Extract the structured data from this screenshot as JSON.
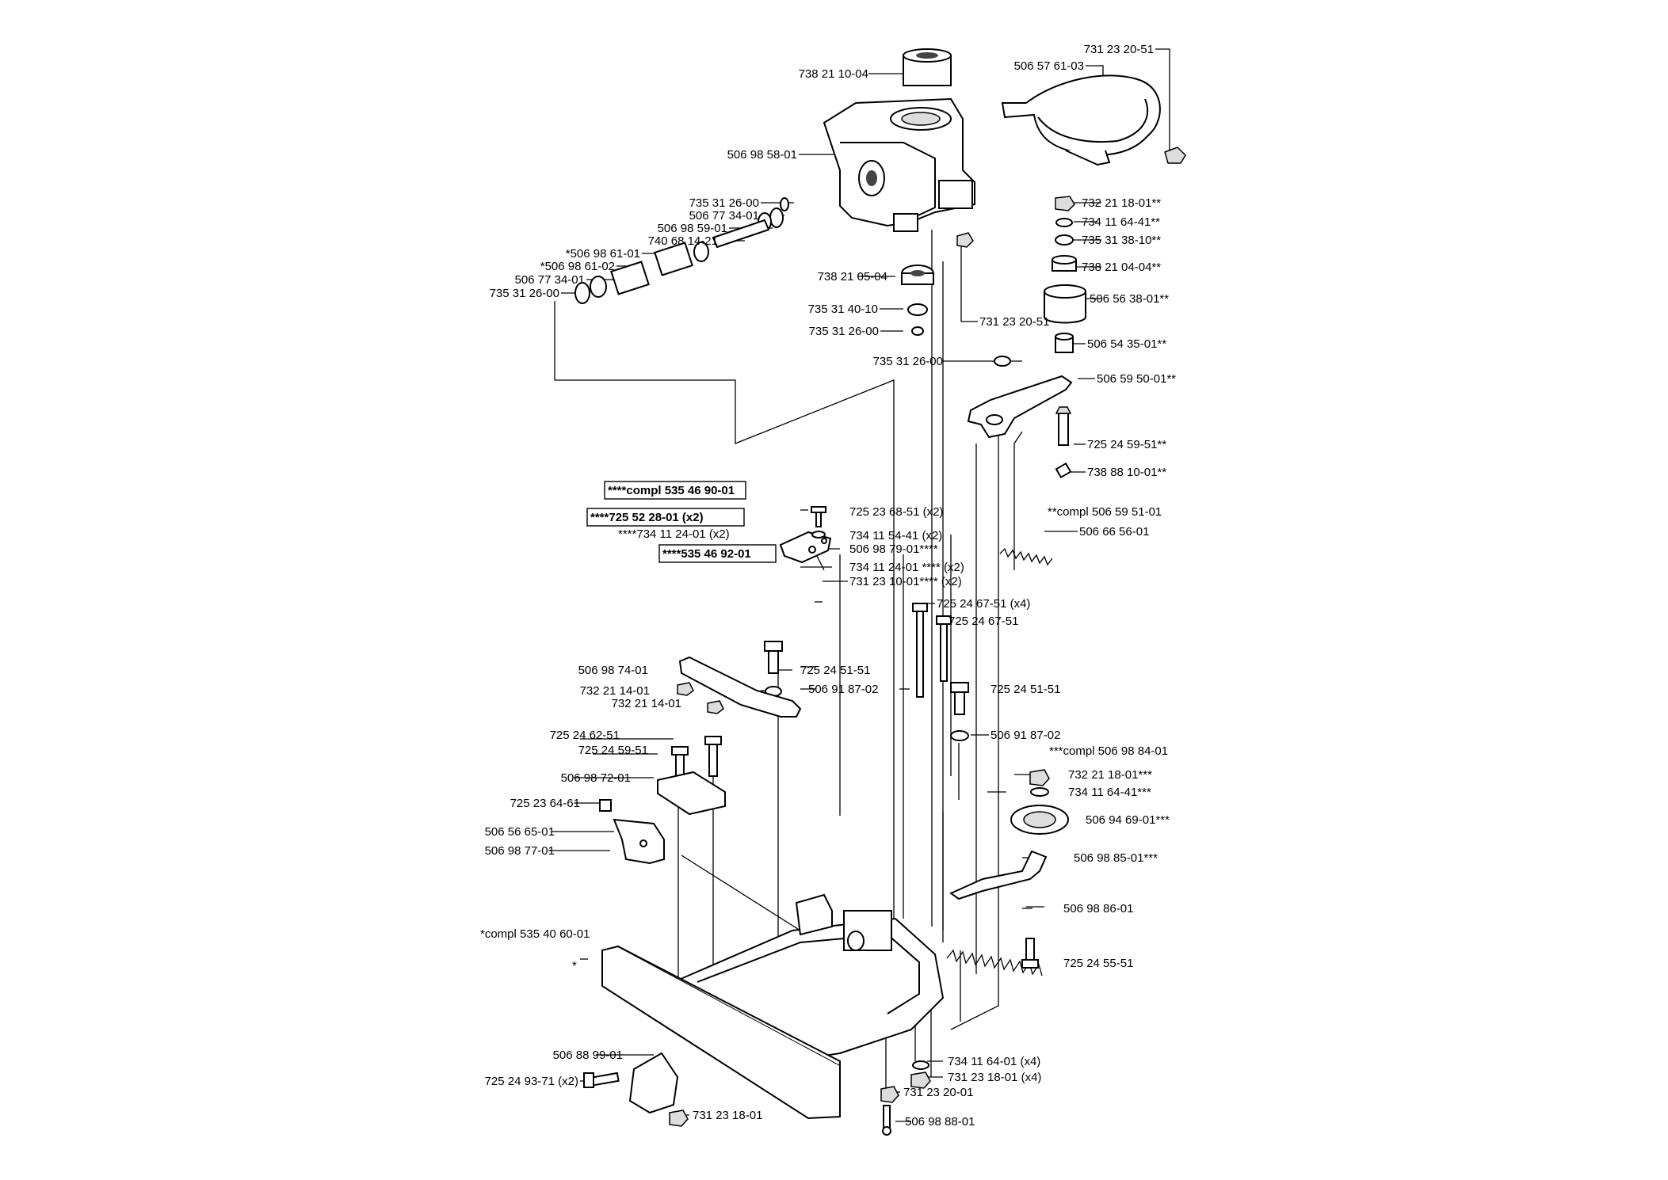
{
  "callouts": [
    {
      "id": "c01",
      "text": "738 21 10-04"
    },
    {
      "id": "c02",
      "text": "506 57 61-03"
    },
    {
      "id": "c03",
      "text": "731 23 20-51"
    },
    {
      "id": "c04",
      "text": "506 98 58-01"
    },
    {
      "id": "c05",
      "text": "735 31 26-00"
    },
    {
      "id": "c06",
      "text": "506 77 34-01"
    },
    {
      "id": "c07",
      "text": "506 98 59-01"
    },
    {
      "id": "c08",
      "text": "740 68 14-21"
    },
    {
      "id": "c09",
      "text": "*506 98 61-01"
    },
    {
      "id": "c10",
      "text": "*506 98 61-02"
    },
    {
      "id": "c11",
      "text": "506 77 34-01"
    },
    {
      "id": "c12",
      "text": "735 31 26-00"
    },
    {
      "id": "c13",
      "text": "732 21 18-01**"
    },
    {
      "id": "c14",
      "text": "734 11 64-41**"
    },
    {
      "id": "c15",
      "text": "735 31 38-10**"
    },
    {
      "id": "c16",
      "text": "738 21 04-04**"
    },
    {
      "id": "c17",
      "text": "506 56 38-01**"
    },
    {
      "id": "c18",
      "text": "738 21 05-04"
    },
    {
      "id": "c19",
      "text": "735 31 40-10"
    },
    {
      "id": "c20",
      "text": "735 31 26-00"
    },
    {
      "id": "c21",
      "text": "731 23 20-51"
    },
    {
      "id": "c22",
      "text": "506 54 35-01**"
    },
    {
      "id": "c23",
      "text": "735 31 26-00"
    },
    {
      "id": "c24",
      "text": "506 59 50-01**"
    },
    {
      "id": "c25",
      "text": "725 24 59-51**"
    },
    {
      "id": "c26",
      "text": "738 88 10-01**"
    },
    {
      "id": "c27",
      "text": "**compl 506 59 51-01"
    },
    {
      "id": "c28",
      "text": "506 66 56-01"
    },
    {
      "id": "c29",
      "text": "****compl 535 46 90-01"
    },
    {
      "id": "c30",
      "text": "****725 52 28-01 (x2)"
    },
    {
      "id": "c31",
      "text": "****734 11 24-01 (x2)"
    },
    {
      "id": "c32",
      "text": "****535 46 92-01"
    },
    {
      "id": "c33",
      "text": "725 23 68-51 (x2)"
    },
    {
      "id": "c34",
      "text": "734 11 54-41 (x2)"
    },
    {
      "id": "c35",
      "text": "506 98 79-01****"
    },
    {
      "id": "c36",
      "text": "734 11 24-01 **** (x2)"
    },
    {
      "id": "c37",
      "text": "731 23 10-01**** (x2)"
    },
    {
      "id": "c38",
      "text": "725 24 67-51 (x4)"
    },
    {
      "id": "c39",
      "text": "725 24 67-51"
    },
    {
      "id": "c40",
      "text": "506 98 74-01"
    },
    {
      "id": "c41",
      "text": "725 24 51-51"
    },
    {
      "id": "c42",
      "text": "732 21 14-01"
    },
    {
      "id": "c43",
      "text": "506 91 87-02"
    },
    {
      "id": "c44",
      "text": "732 21 14-01"
    },
    {
      "id": "c45",
      "text": "725 24 51-51"
    },
    {
      "id": "c46",
      "text": "725 24 62-51"
    },
    {
      "id": "c47",
      "text": "725 24 59-51"
    },
    {
      "id": "c48",
      "text": "506 91 87-02"
    },
    {
      "id": "c49",
      "text": "506 98 72-01"
    },
    {
      "id": "c50",
      "text": "***compl 506 98 84-01"
    },
    {
      "id": "c51",
      "text": "732 21 18-01***"
    },
    {
      "id": "c52",
      "text": "734 11 64-41***"
    },
    {
      "id": "c53",
      "text": "725 23 64-61"
    },
    {
      "id": "c54",
      "text": "506 94 69-01***"
    },
    {
      "id": "c55",
      "text": "506 56 65-01"
    },
    {
      "id": "c56",
      "text": "506 98 85-01***"
    },
    {
      "id": "c57",
      "text": "506 98 77-01"
    },
    {
      "id": "c58",
      "text": "506 98 86-01"
    },
    {
      "id": "c59",
      "text": "*compl 535 40 60-01"
    },
    {
      "id": "c60",
      "text": "725 24 55-51"
    },
    {
      "id": "c61",
      "text": "*"
    },
    {
      "id": "c62",
      "text": "506 88 99-01"
    },
    {
      "id": "c63",
      "text": "734 11 64-01 (x4)"
    },
    {
      "id": "c64",
      "text": "731 23 18-01 (x4)"
    },
    {
      "id": "c65",
      "text": "725 24 93-71 (x2)"
    },
    {
      "id": "c66",
      "text": "731 23 20-01"
    },
    {
      "id": "c67",
      "text": "731 23 18-01"
    },
    {
      "id": "c68",
      "text": "506 98 88-01"
    }
  ]
}
